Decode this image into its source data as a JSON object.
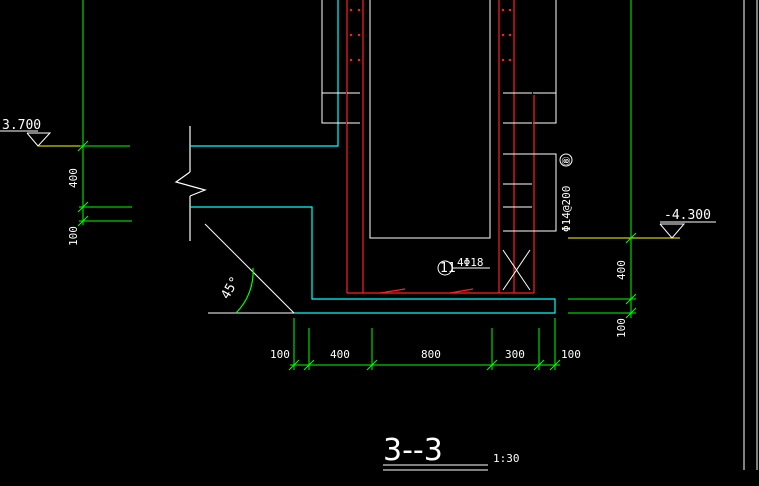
{
  "drawing": {
    "section_title": "3--3",
    "scale": "1:30",
    "left_elevation": "3.700",
    "right_elevation": "-4.300",
    "left_dims": [
      "400",
      "100"
    ],
    "right_dims": [
      "400",
      "100"
    ],
    "bottom_dims": [
      "100",
      "400",
      "800",
      "300",
      "100"
    ],
    "rebar_main": "Φ14@200",
    "rebar_main_mark": "⑧",
    "rebar_corner": "4Φ18",
    "rebar_corner_mark": "11",
    "angle": "45°"
  },
  "colors": {
    "background": "#000000",
    "line_white": "#ffffff",
    "line_green": "#00ff00",
    "line_cyan": "#00ffff",
    "line_red": "#ff2020",
    "line_yellow": "#ffff00"
  }
}
